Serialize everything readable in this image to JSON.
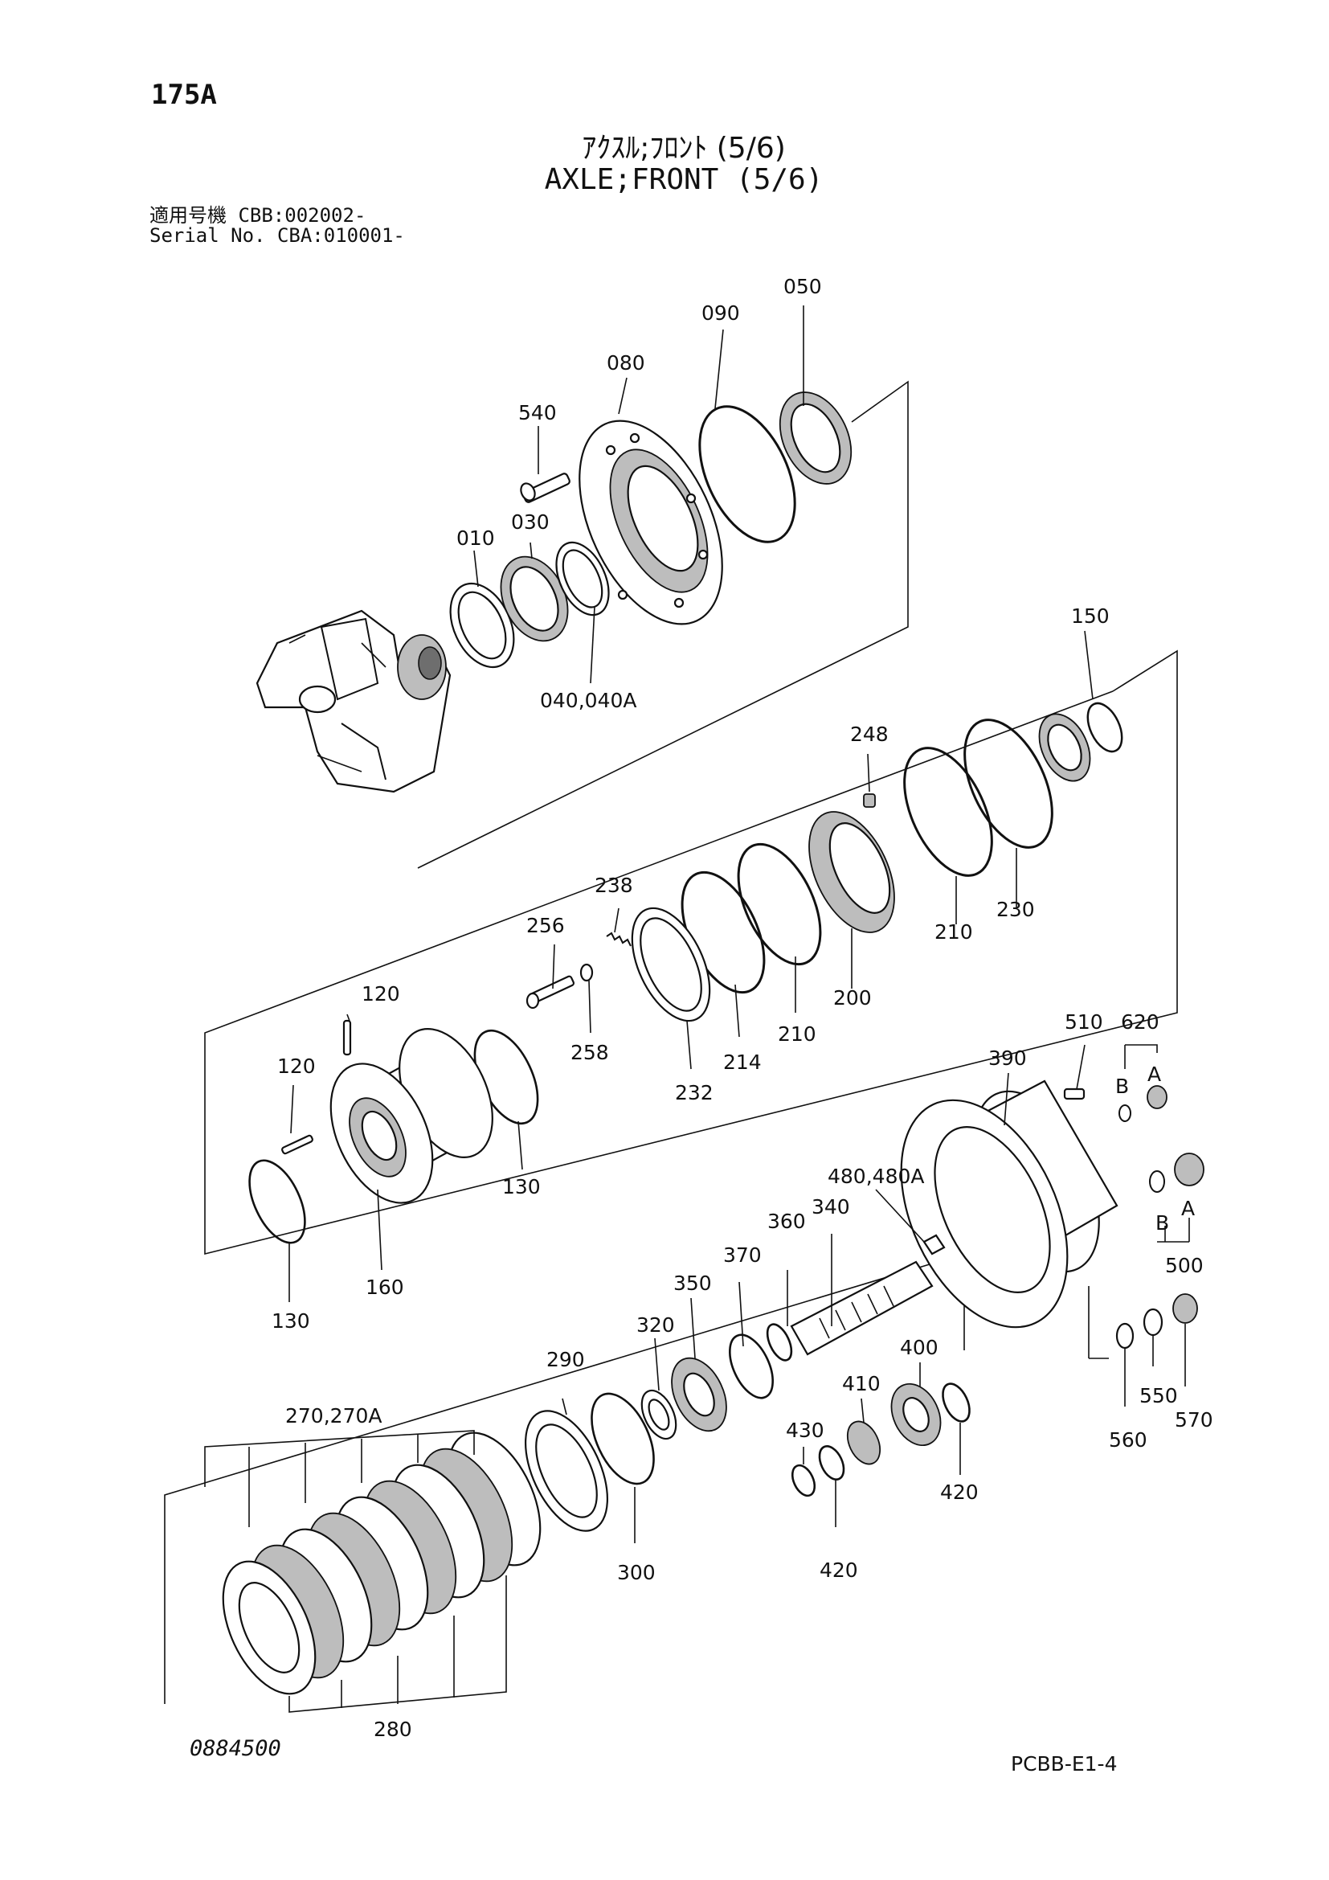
{
  "page_code": "175A",
  "title_jp": "ｱｸｽﾙ;ﾌﾛﾝﾄ (5/6)",
  "title_en": "AXLE;FRONT (5/6)",
  "serial_line_1": "適用号機  CBB:002002-",
  "serial_line_2": "Serial No. CBA:010001-",
  "drawing_number": "0884500",
  "sheet_code": "PCBB-E1-4",
  "parts": [
    {
      "label": "050"
    },
    {
      "label": "090"
    },
    {
      "label": "080"
    },
    {
      "label": "540"
    },
    {
      "label": "010"
    },
    {
      "label": "030"
    },
    {
      "label": "040,040A"
    },
    {
      "label": "150"
    },
    {
      "label": "248"
    },
    {
      "label": "238"
    },
    {
      "label": "256"
    },
    {
      "label": "210"
    },
    {
      "label": "230"
    },
    {
      "label": "120"
    },
    {
      "label": "258"
    },
    {
      "label": "214"
    },
    {
      "label": "210"
    },
    {
      "label": "200"
    },
    {
      "label": "232"
    },
    {
      "label": "120"
    },
    {
      "label": "130"
    },
    {
      "label": "160"
    },
    {
      "label": "130"
    },
    {
      "label": "510"
    },
    {
      "label": "620"
    },
    {
      "label": "390"
    },
    {
      "label": "B"
    },
    {
      "label": "A"
    },
    {
      "label": "480,480A"
    },
    {
      "label": "A"
    },
    {
      "label": "B"
    },
    {
      "label": "500"
    },
    {
      "label": "360"
    },
    {
      "label": "340"
    },
    {
      "label": "370"
    },
    {
      "label": "350"
    },
    {
      "label": "320"
    },
    {
      "label": "400"
    },
    {
      "label": "290"
    },
    {
      "label": "410"
    },
    {
      "label": "430"
    },
    {
      "label": "420"
    },
    {
      "label": "420"
    },
    {
      "label": "560"
    },
    {
      "label": "550"
    },
    {
      "label": "570"
    },
    {
      "label": "270,270A"
    },
    {
      "label": "300"
    },
    {
      "label": "280"
    }
  ]
}
